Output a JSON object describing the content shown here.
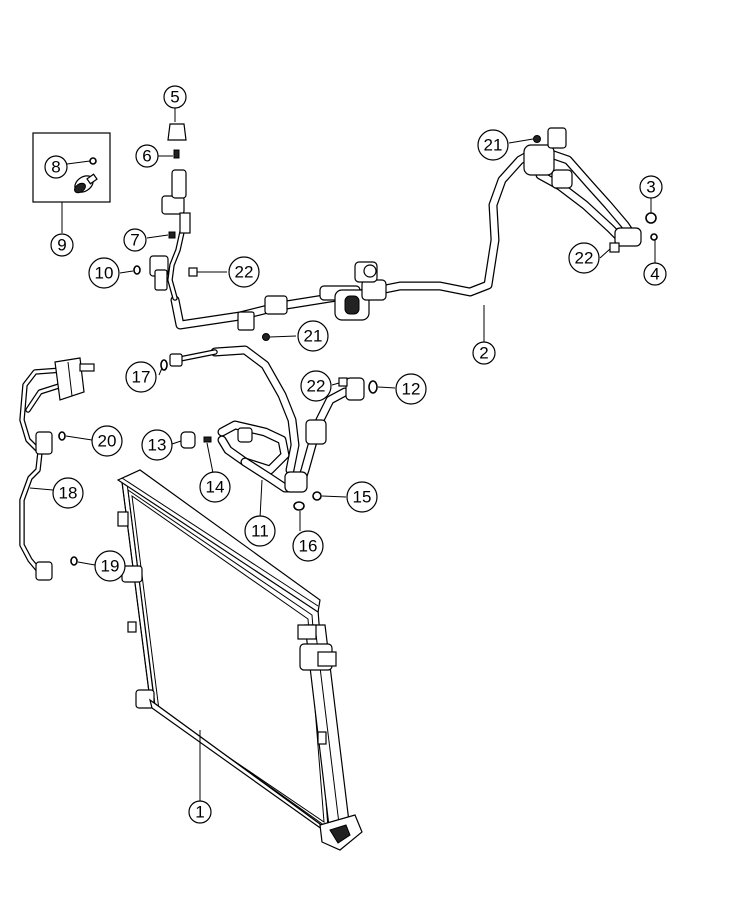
{
  "callouts": [
    {
      "id": "1",
      "label": "1"
    },
    {
      "id": "2",
      "label": "2"
    },
    {
      "id": "3",
      "label": "3"
    },
    {
      "id": "4",
      "label": "4"
    },
    {
      "id": "5",
      "label": "5"
    },
    {
      "id": "6",
      "label": "6"
    },
    {
      "id": "7",
      "label": "7"
    },
    {
      "id": "8",
      "label": "8"
    },
    {
      "id": "9",
      "label": "9"
    },
    {
      "id": "10",
      "label": "10"
    },
    {
      "id": "11",
      "label": "11"
    },
    {
      "id": "12",
      "label": "12"
    },
    {
      "id": "13",
      "label": "13"
    },
    {
      "id": "14",
      "label": "14"
    },
    {
      "id": "15",
      "label": "15"
    },
    {
      "id": "16",
      "label": "16"
    },
    {
      "id": "17",
      "label": "17"
    },
    {
      "id": "18",
      "label": "18"
    },
    {
      "id": "19",
      "label": "19"
    },
    {
      "id": "20",
      "label": "20"
    },
    {
      "id": "21a",
      "label": "21"
    },
    {
      "id": "21b",
      "label": "21"
    },
    {
      "id": "22a",
      "label": "22"
    },
    {
      "id": "22b",
      "label": "22"
    },
    {
      "id": "22c",
      "label": "22"
    }
  ]
}
